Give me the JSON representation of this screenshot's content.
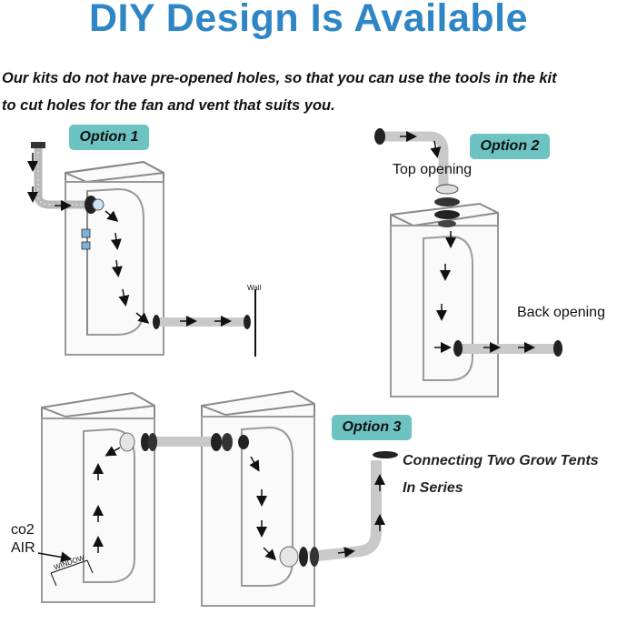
{
  "title": "DIY Design Is Available",
  "intro": {
    "line1": "Our kits do not have pre-opened holes, so that you can use the tools in the kit",
    "line2": "to cut holes for the fan and vent that suits you."
  },
  "option1": {
    "label": "Option 1",
    "wall_label": "Wall"
  },
  "option2": {
    "label": "Option 2",
    "top_label": "Top opening",
    "back_label": "Back opening"
  },
  "option3": {
    "label": "Option 3",
    "caption_line1": "Connecting Two Grow Tents",
    "caption_line2": "In Series",
    "co2_label": "co2",
    "air_label": "AIR",
    "window_label": "WINDOW"
  },
  "colors": {
    "title": "#2f86c6",
    "badge": "#6cc3c2",
    "tent_frame": "#8a8a8a",
    "duct": "#c9c9c9"
  }
}
